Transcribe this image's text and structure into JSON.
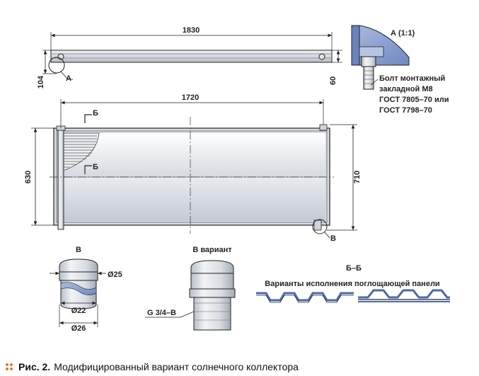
{
  "dimensions": {
    "top_length": "1830",
    "top_height_left": "104",
    "top_height_right": "60",
    "main_length": "1720",
    "main_height_left": "630",
    "main_height_right": "710",
    "b_outer": "Ø25",
    "b_inner": "Ø22",
    "b_bottom": "Ø26"
  },
  "labels": {
    "callout_a": "А",
    "section_mark_1": "Б",
    "section_mark_2": "Б",
    "callout_v": "В",
    "detail_a_title": "А (1:1)",
    "bolt_note": [
      "Болт монтажный",
      "закладной М8",
      "ГОСТ 7805–70 или",
      "ГОСТ 7798–70"
    ],
    "view_v_title": "В",
    "view_v_variant_title": "В вариант",
    "thread_label": "G 3/4–В",
    "section_title": "Б–Б",
    "section_subtitle": "Варианты исполнения поглощающей панели"
  },
  "caption": {
    "number": "Рис. 2.",
    "text": "Модифицированный вариант солнечного коллектора"
  },
  "colors": {
    "line": "#222222",
    "panel_light": "#e6e9ee",
    "panel_mid": "#c9ced6",
    "panel_dark": "#a3aab5",
    "detail_blue": "#7f97c9",
    "accent_orange": "#e07a2e"
  }
}
